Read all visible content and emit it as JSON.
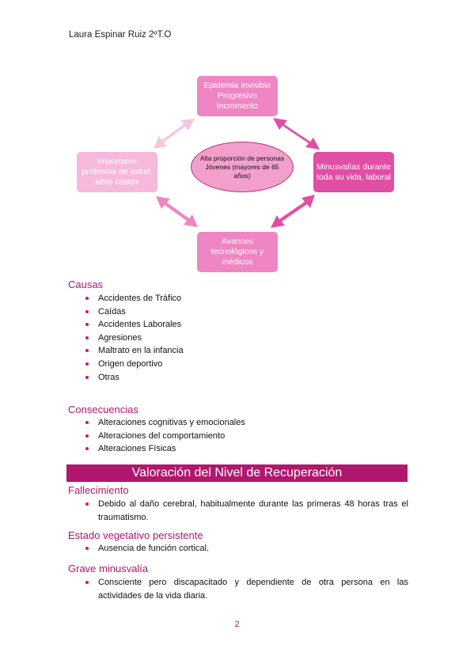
{
  "header": {
    "author": "Laura Espinar Ruiz 2ºT.O"
  },
  "diagram": {
    "center": "Alta proporción de personas Jóvenes (mayores de 65 años)",
    "top": "Epidemia Invisible Progresivo Incremento",
    "right": "Minusvalías durante toda su vida, laboral",
    "bottom": "Avances tecnológicos y médicos",
    "left": "Importante problema de salud, altos costes",
    "colors": {
      "light": "#f6b9db",
      "medium": "#ef85c2",
      "dark": "#e04fa3",
      "center": "#f39fcc"
    }
  },
  "causas": {
    "heading": "Causas",
    "items": [
      "Accidentes de Tráfico",
      "Caídas",
      "Accidentes Laborales",
      "Agresiones",
      "Maltrato en la infancia",
      "Origen deportivo",
      "Otras"
    ]
  },
  "consecuencias": {
    "heading": "Consecuencias",
    "items": [
      "Alteraciones cognitivas y emocionales",
      "Alteraciones del comportamiento",
      "Alteraciones Físicas"
    ]
  },
  "valoracion": {
    "banner": "Valoración del Nivel de Recuperación",
    "fallecimiento": {
      "heading": "Fallecimiento",
      "text": "Debido al daño cerebral, habitualmente durante las primeras 48 horas tras el traumatismo."
    },
    "vegetativo": {
      "heading": "Estado vegetativo persistente",
      "text": "Ausencia de función cortical."
    },
    "minusvalia": {
      "heading": "Grave minusvalía",
      "text": "Consciente pero discapacitado y dependiente de otra persona en las actividades de la vida diaria."
    }
  },
  "footer": {
    "page": "2"
  },
  "accent_color": "#b0176e"
}
